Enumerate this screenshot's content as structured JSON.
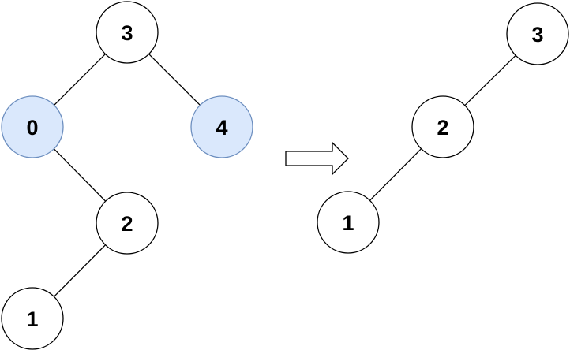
{
  "colors": {
    "node_fill": "#ffffff",
    "node_stroke": "#000000",
    "highlight_fill": "#dae8fc",
    "highlight_stroke": "#6c8ebf",
    "edge": "#000000",
    "text": "#000000"
  },
  "left_tree": {
    "nodes": [
      {
        "id": "l3",
        "label": "3",
        "highlighted": false
      },
      {
        "id": "l0",
        "label": "0",
        "highlighted": true
      },
      {
        "id": "l4",
        "label": "4",
        "highlighted": true
      },
      {
        "id": "l2",
        "label": "2",
        "highlighted": false
      },
      {
        "id": "l1",
        "label": "1",
        "highlighted": false
      }
    ],
    "edges": [
      {
        "from": "l3",
        "to": "l0"
      },
      {
        "from": "l3",
        "to": "l4"
      },
      {
        "from": "l0",
        "to": "l2"
      },
      {
        "from": "l2",
        "to": "l1"
      }
    ]
  },
  "right_tree": {
    "nodes": [
      {
        "id": "r3",
        "label": "3",
        "highlighted": false
      },
      {
        "id": "r2",
        "label": "2",
        "highlighted": false
      },
      {
        "id": "r1",
        "label": "1",
        "highlighted": false
      }
    ],
    "edges": [
      {
        "from": "r3",
        "to": "r2"
      },
      {
        "from": "r2",
        "to": "r1"
      }
    ]
  },
  "arrow": {
    "direction": "right",
    "icon": "right-arrow-icon"
  }
}
